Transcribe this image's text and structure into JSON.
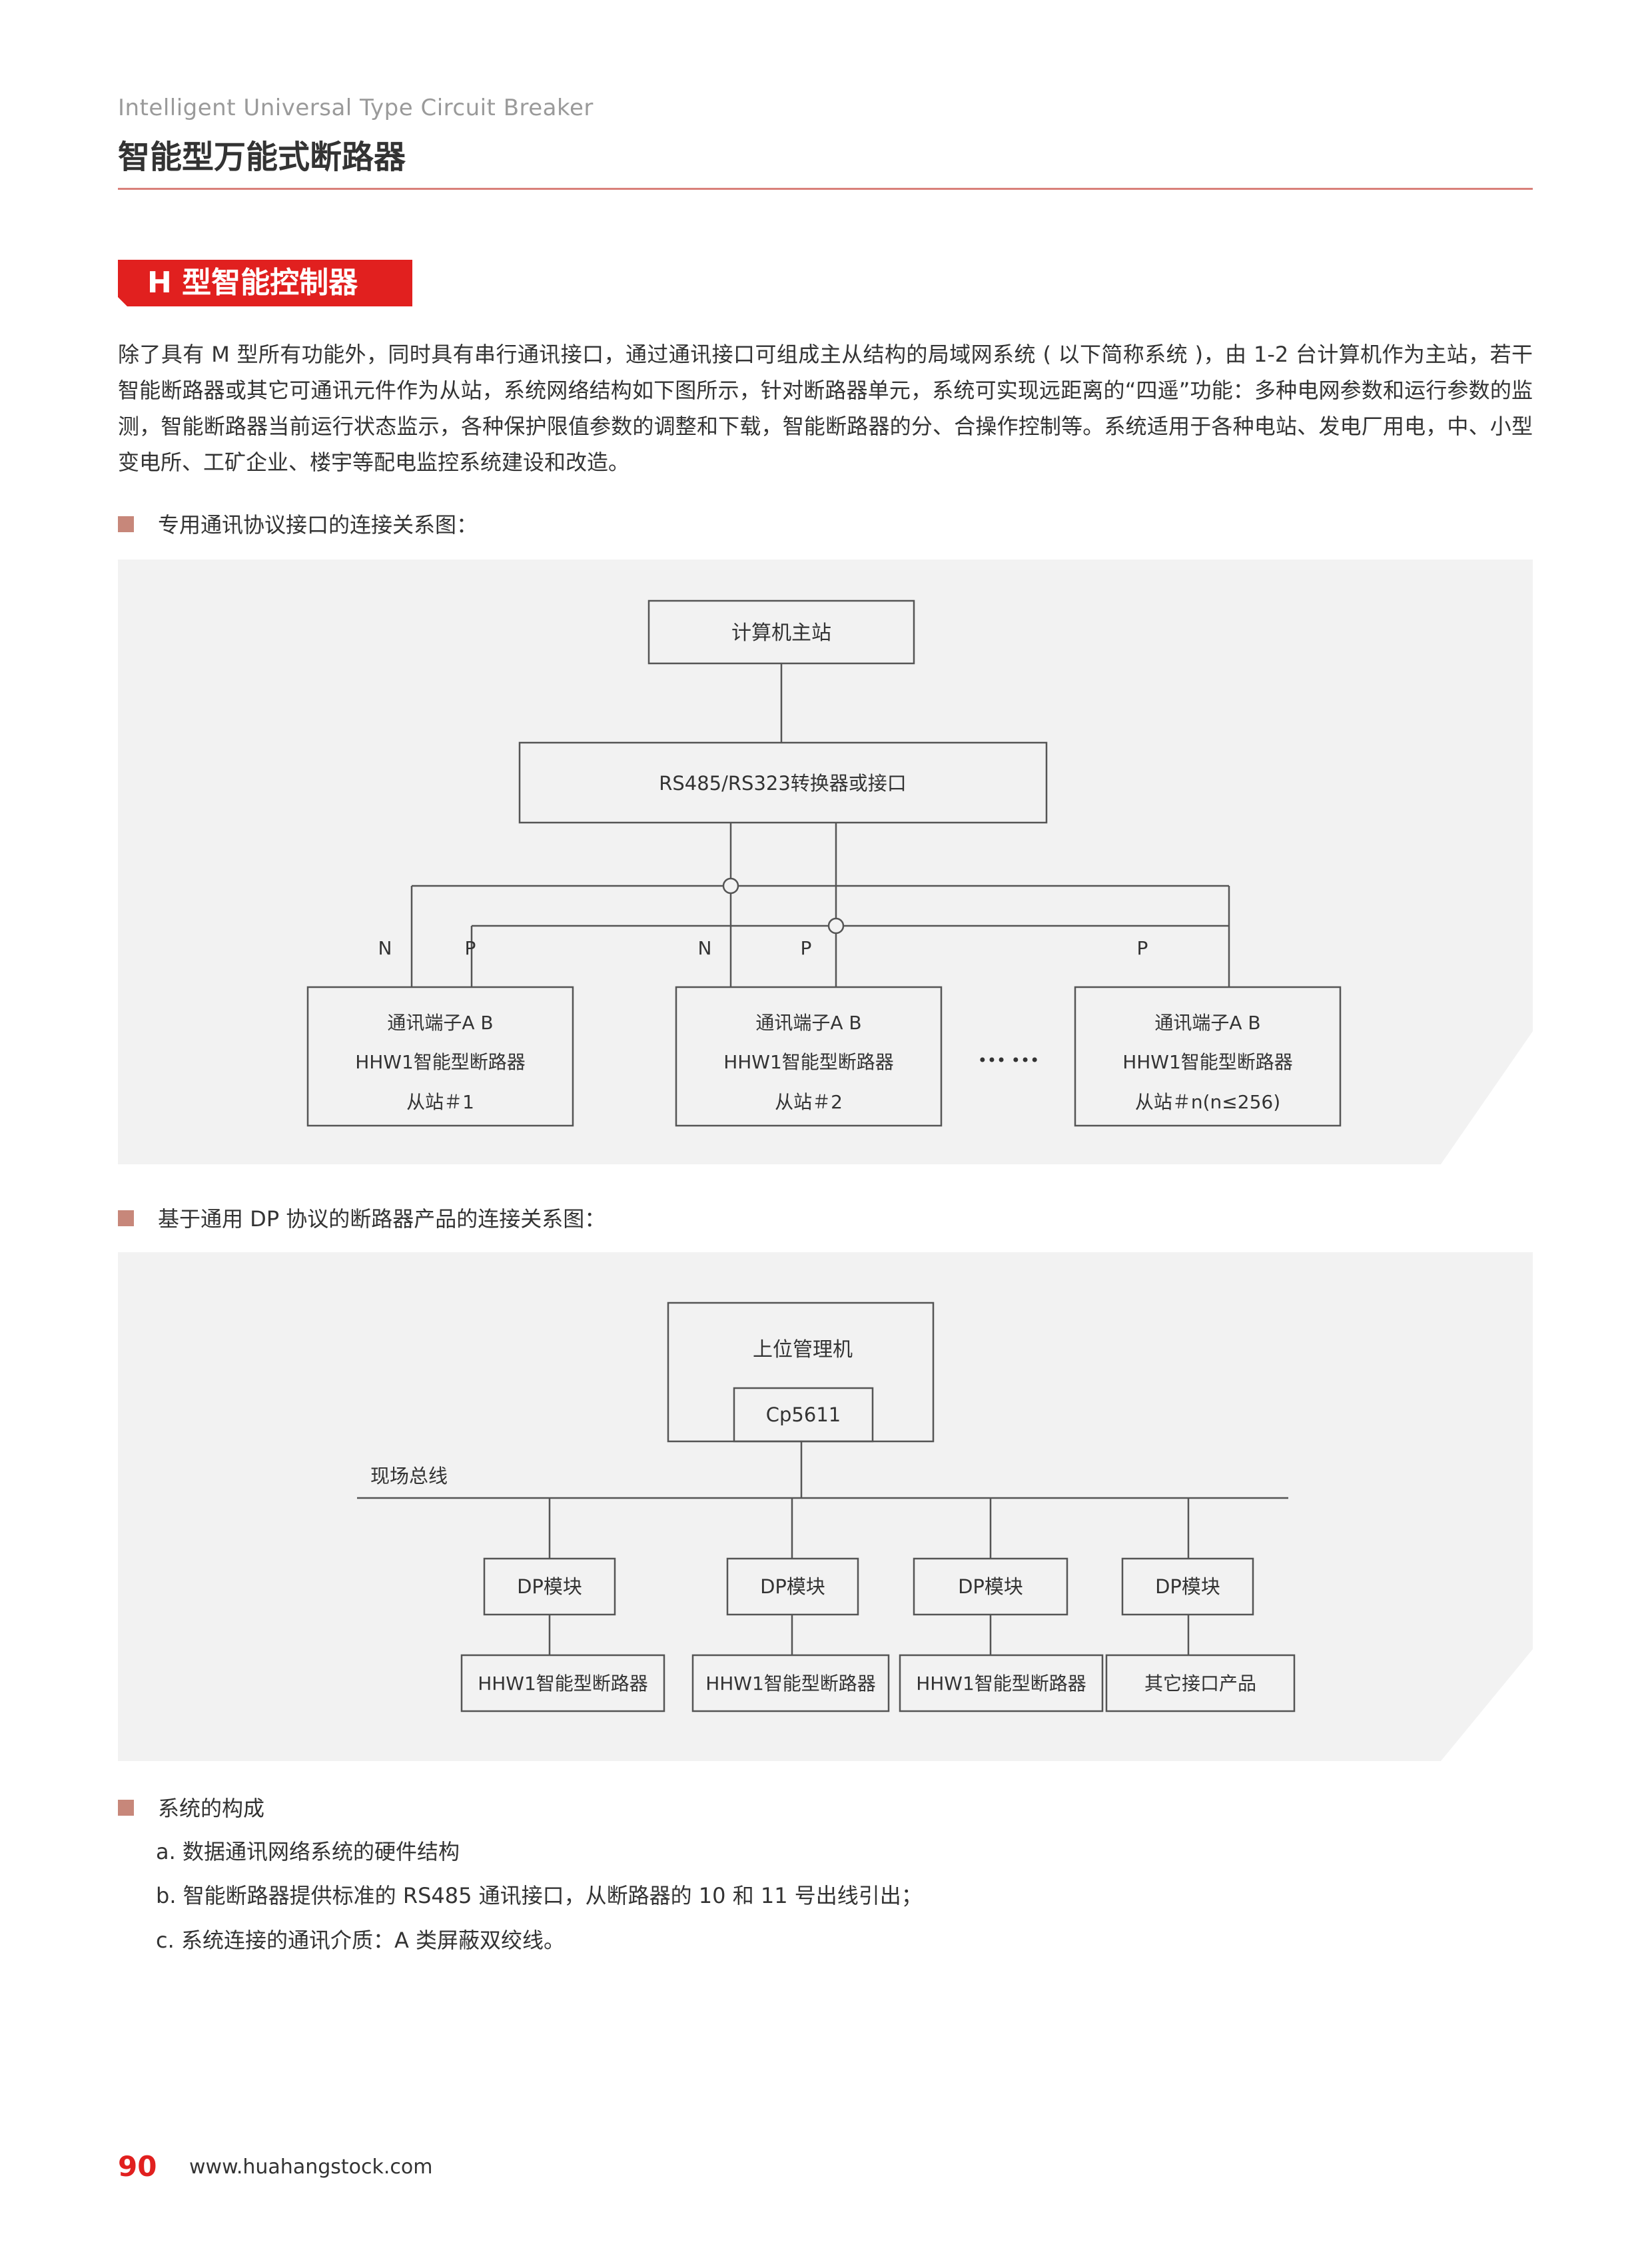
{
  "header": {
    "title_en": "Intelligent Universal Type Circuit Breaker",
    "title_cn": "智能型万能式断路器"
  },
  "section": {
    "tab_label": "H 型智能控制器",
    "intro": "除了具有 M 型所有功能外，同时具有串行通讯接口，通过通讯接口可组成主从结构的局域网系统 ( 以下简称系统 )，由 1-2 台计算机作为主站，若干智能断路器或其它可通讯元件作为从站，系统网络结构如下图所示，针对断路器单元，系统可实现远距离的“四遥”功能：多种电网参数和运行参数的监测，智能断路器当前运行状态监示，各种保护限值参数的调整和下载，智能断路器的分、合操作控制等。系统适用于各种电站、发电厂用电，中、小型变电所、工矿企业、楼宇等配电监控系统建设和改造。"
  },
  "diagram1": {
    "heading": "专用通讯协议接口的连接关系图：",
    "master": "计算机主站",
    "converter": "RS485/RS323转换器或接口",
    "label_n": "N",
    "label_p": "P",
    "slave_line1": "通讯端子A B",
    "slave_line2": "HHW1智能型断路器",
    "slave1_line3": "从站＃1",
    "slave2_line3": "从站＃2",
    "slave3_line3": "从站＃n(n≤256)",
    "ellipsis": "••• •••"
  },
  "diagram2": {
    "heading": "基于通用 DP 协议的断路器产品的连接关系图：",
    "host": "上位管理机",
    "card": "Cp5611",
    "bus_label": "现场总线",
    "dp_module": "DP模块",
    "breaker": "HHW1智能型断路器",
    "other": "其它接口产品"
  },
  "system": {
    "heading": "系统的构成",
    "items": [
      "a. 数据通讯网络系统的硬件结构",
      "b. 智能断路器提供标准的 RS485 通讯接口，从断路器的 10 和 11 号出线引出；",
      "c. 系统连接的通讯介质：A 类屏蔽双绞线。"
    ]
  },
  "footer": {
    "page_number": "90",
    "website": "www.huahangstock.com"
  },
  "colors": {
    "accent_red": "#e1201f",
    "rule_pink": "#d9807a",
    "bullet": "#c7877a",
    "diagram_bg": "#f2f2f2"
  }
}
